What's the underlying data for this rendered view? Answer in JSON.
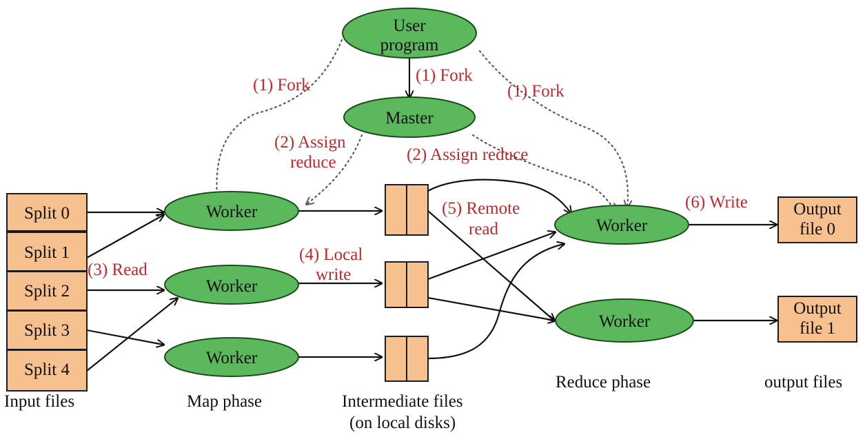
{
  "diagram": {
    "user_program": [
      "User",
      "program"
    ],
    "master": "Master",
    "workers": {
      "map_top": "Worker",
      "map_mid": "Worker",
      "map_bottom": "Worker",
      "reduce_top": "Worker",
      "reduce_bottom": "Worker"
    },
    "splits": [
      "Split 0",
      "Split 1",
      "Split 2",
      "Split 3",
      "Split 4"
    ],
    "output_files": [
      [
        "Output",
        "file 0"
      ],
      [
        "Output",
        "file 1"
      ]
    ],
    "steps": {
      "fork_left": "(1) Fork",
      "fork_center": "(1) Fork",
      "fork_right": "(1) Fork",
      "assign_left": [
        "(2) Assign",
        "reduce"
      ],
      "assign_right": "(2) Assign reduce",
      "read": "(3) Read",
      "local_write": [
        "(4) Local",
        "write"
      ],
      "remote_read": [
        "(5) Remote",
        "read"
      ],
      "write": "(6) Write"
    },
    "captions": {
      "input": "Input files",
      "map": "Map phase",
      "intermediate": [
        "Intermediate files",
        "(on local disks)"
      ],
      "reduce": "Reduce phase",
      "output": "output files"
    }
  }
}
